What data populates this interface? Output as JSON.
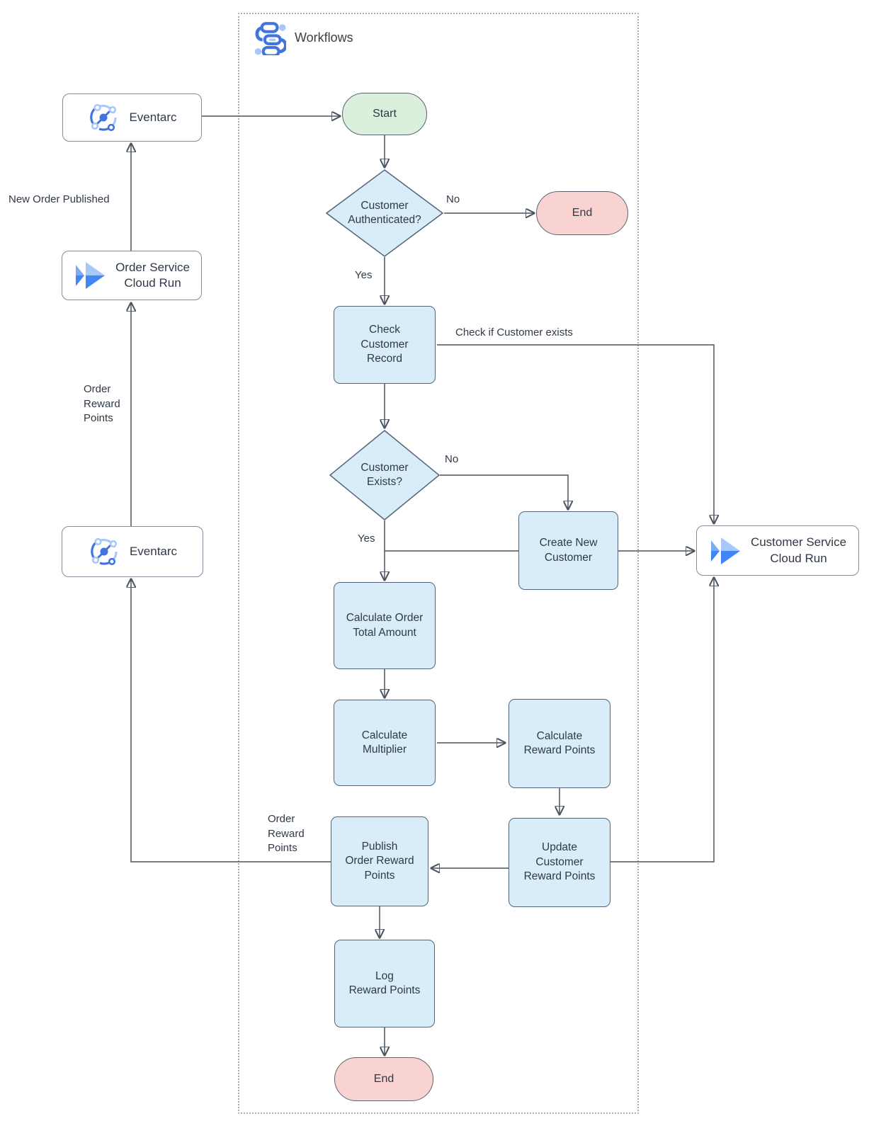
{
  "header": {
    "title": "Workflows"
  },
  "nodes": {
    "eventarc_top": "Eventarc",
    "order_service": "Order Service\nCloud Run",
    "eventarc_bottom": "Eventarc",
    "customer_service": "Customer Service\nCloud Run",
    "start": "Start",
    "end_top": "End",
    "end_bottom": "End",
    "customer_authenticated": "Customer\nAuthenticated?",
    "check_customer_record": "Check\nCustomer\nRecord",
    "customer_exists": "Customer\nExists?",
    "create_new_customer": "Create New\nCustomer",
    "calculate_order_total": "Calculate Order\nTotal Amount",
    "calculate_multiplier": "Calculate\nMultiplier",
    "calculate_reward_points": "Calculate\nReward Points",
    "publish_order_reward_points": "Publish\nOrder Reward\nPoints",
    "update_customer_reward_points": "Update\nCustomer\nReward Points",
    "log_reward_points": "Log\nReward Points"
  },
  "edge_labels": {
    "new_order_published": "New Order Published",
    "order_reward_points_left": "Order\nReward\nPoints",
    "order_reward_points_publish": "Order\nReward\nPoints",
    "check_if_customer_exists": "Check if Customer exists",
    "auth_no": "No",
    "auth_yes": "Yes",
    "exists_no": "No",
    "exists_yes": "Yes"
  },
  "icons": {
    "header_icon": "workflows-icon",
    "eventarc_icon": "eventarc-icon",
    "cloud_run_icon": "cloud-run-icon"
  },
  "colors": {
    "process_fill": "#d8edf8",
    "process_border": "#54657a",
    "start_fill": "#dbf0dc",
    "end_fill": "#f9d3d1",
    "terminator_border": "#5a646e",
    "service_fill": "#ffffff",
    "service_border": "#848b96",
    "connector": "#4a5360",
    "container_border": "#a9adb3",
    "icon_blue": "#4285f4",
    "icon_light_blue": "#a8c7fa"
  }
}
